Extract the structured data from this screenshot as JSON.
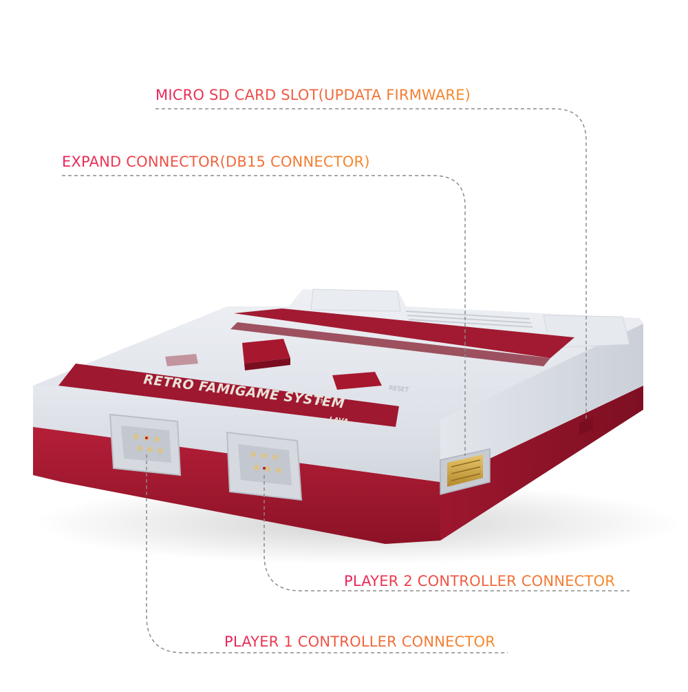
{
  "labels": {
    "micro_sd": "MICRO SD CARD SLOT(UPDATA FIRMWARE)",
    "expand": "EXPAND CONNECTOR(DB15 CONNECTOR)",
    "player2": "PLAYER 2 CONTROLLER CONNECTOR",
    "player1": "PLAYER 1 CONTROLLER CONNECTOR"
  },
  "console": {
    "brand_text": "RETRO FAMIGAME SYSTEM",
    "trademark": "TM",
    "maker": "LAVA",
    "reset_label": "RESET"
  },
  "colors": {
    "accent_start": "#e8205a",
    "accent_end": "#f58a2a",
    "body_red": "#a3182f",
    "shell_clear": "#e6e9ef",
    "leader_line": "#8a8a8a"
  }
}
